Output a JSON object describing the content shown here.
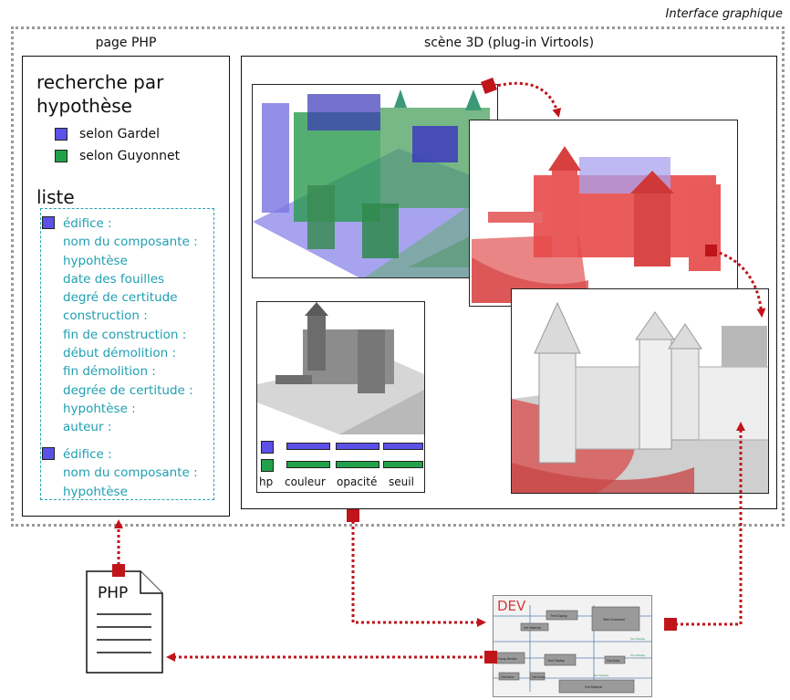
{
  "interface_label": "Interface graphique",
  "left_panel": {
    "caption": "page PHP",
    "search_title": "recherche par hypothèse",
    "legend": [
      {
        "label": "selon Gardel",
        "color": "#5b50e8"
      },
      {
        "label": "selon Guyonnet",
        "color": "#21a24a"
      }
    ],
    "list_title": "liste",
    "list_items": [
      {
        "lines": [
          "édifice :",
          "nom du composante :",
          "hypohtèse",
          "date des fouilles",
          "degré de certitude",
          "construction :",
          "fin de construction :",
          "début démolition :",
          "fin démolition :",
          "degrée de certitude :",
          "hypohtèse :",
          "auteur :"
        ]
      },
      {
        "lines": [
          "édifice :",
          "nom du composante :",
          "hypohtèse"
        ]
      }
    ],
    "list_color": "#1f9fb1"
  },
  "right_panel": {
    "caption": "scène 3D (plug-in Virtools)",
    "controls": {
      "labels": [
        "hp",
        "couleur",
        "opacité",
        "seuil"
      ],
      "colors": [
        "#5b50e8",
        "#21a24a"
      ]
    }
  },
  "php_file": {
    "label": "PHP"
  },
  "dev_box": {
    "label": "DEV",
    "blocks": [
      "Text Display",
      "Web Download",
      "Set Material",
      "Group Iterator",
      "Text Display",
      "Get Actor",
      "Get Actor",
      "Get Actor",
      "Get Material"
    ],
    "wire_labels": [
      "Text Display",
      "Text Display",
      "Text Display"
    ]
  },
  "arrow_color": "#c0141b"
}
